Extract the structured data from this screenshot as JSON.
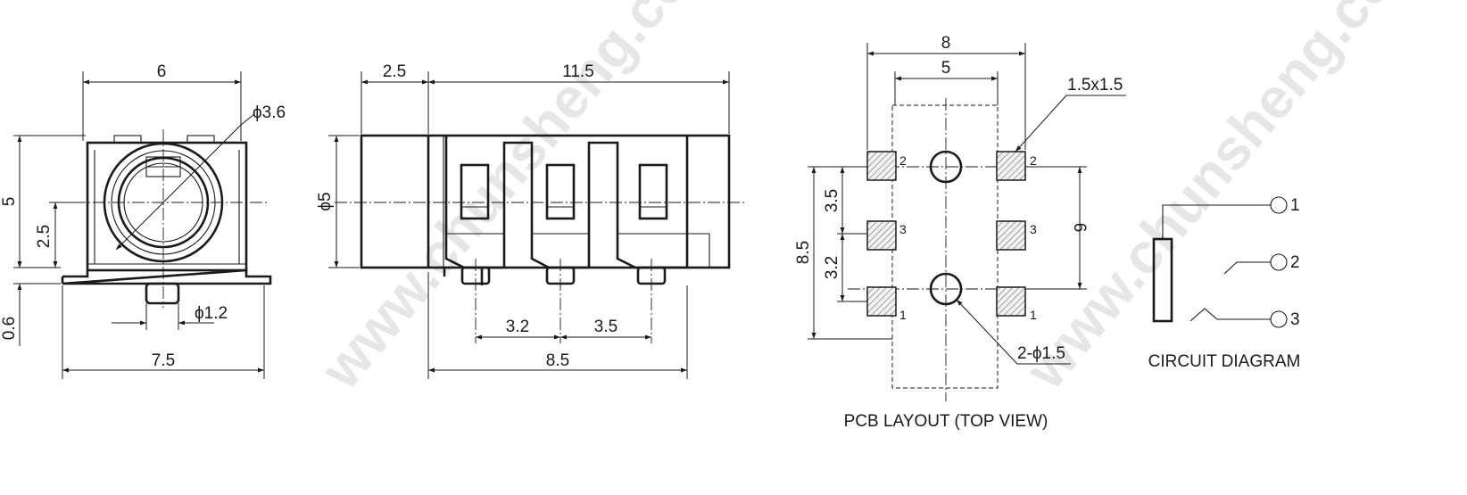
{
  "colors": {
    "ink": "#1a1a1a",
    "pad_hatch": "#999999",
    "watermark": "#b9b9b9"
  },
  "watermark": {
    "text": "www.chunsheng.com"
  },
  "front_view": {
    "dims": {
      "width": "6",
      "height": "5",
      "base_width": "7.5",
      "center_height": "2.5",
      "bottom": "0.6",
      "pin_dia": "ϕ1.2",
      "hole_dia": "ϕ3.6"
    }
  },
  "side_view": {
    "dims": {
      "nose_length": "2.5",
      "body_length": "11.5",
      "diameter": "ϕ5",
      "pitch_a": "3.2",
      "pitch_b": "3.5",
      "total_pitch": "8.5"
    }
  },
  "pcb_layout": {
    "title": "PCB LAYOUT (TOP VIEW)",
    "dims": {
      "outer_width": "8",
      "inner_width": "5",
      "pad_size": "1.5x1.5",
      "row_a": "3.5",
      "row_b": "3.2",
      "total_height": "8.5",
      "right_height": "6",
      "holes": "2-ϕ1.5"
    },
    "pad_labels": {
      "top_left": "2",
      "top_right": "2",
      "mid_left": "3",
      "mid_right": "3",
      "bot_left": "1",
      "bot_right": "1"
    }
  },
  "circuit": {
    "title": "CIRCUIT DIAGRAM",
    "pins": {
      "p1": "1",
      "p2": "2",
      "p3": "3"
    }
  }
}
